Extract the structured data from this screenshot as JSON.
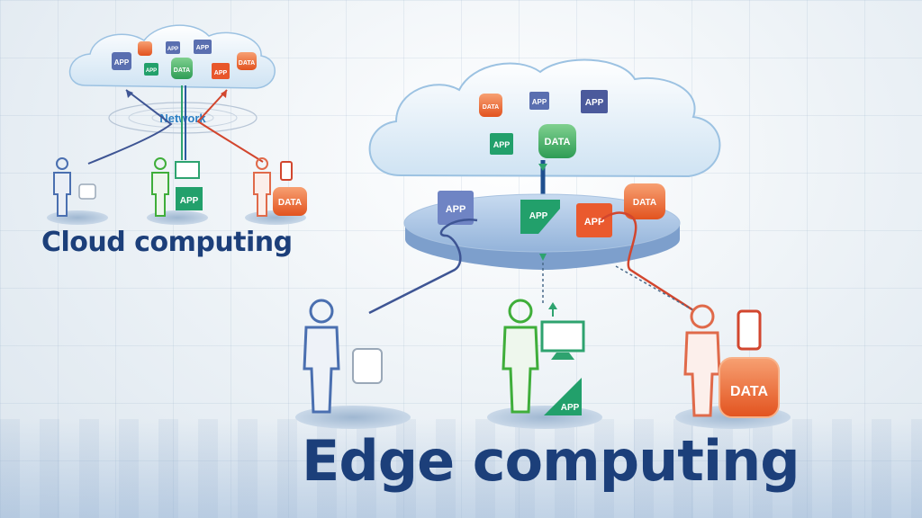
{
  "titles": {
    "cloud": "Cloud computing",
    "edge": "Edge computing"
  },
  "labels": {
    "network": "Network",
    "app": "APP",
    "data": "DATA"
  },
  "colors": {
    "title_blue": "#1c3f7a",
    "app_blue": "#5a6fb0",
    "app_green": "#22a06b",
    "data_orange": "#e8572b",
    "user_blue": "#4a6fb0",
    "user_green": "#3fae3a",
    "user_red": "#e06a4a",
    "platform_blue": "#a9c3e3"
  }
}
